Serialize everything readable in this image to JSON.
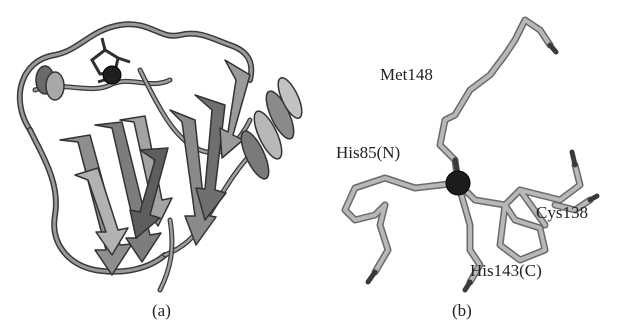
{
  "panels": [
    {
      "caption": "(a)"
    },
    {
      "caption": "(b)"
    }
  ],
  "residue_labels": {
    "met": "Met148",
    "his85": "His85(N)",
    "cys": "Cys138",
    "his143": "His143(C)"
  },
  "colors": {
    "ribbon": "#8c8c8c",
    "ribbon_dark": "#4a4a4a",
    "stick": "#b4b4b4",
    "stick_dark": "#555555",
    "metal": "#1c1c1c"
  }
}
